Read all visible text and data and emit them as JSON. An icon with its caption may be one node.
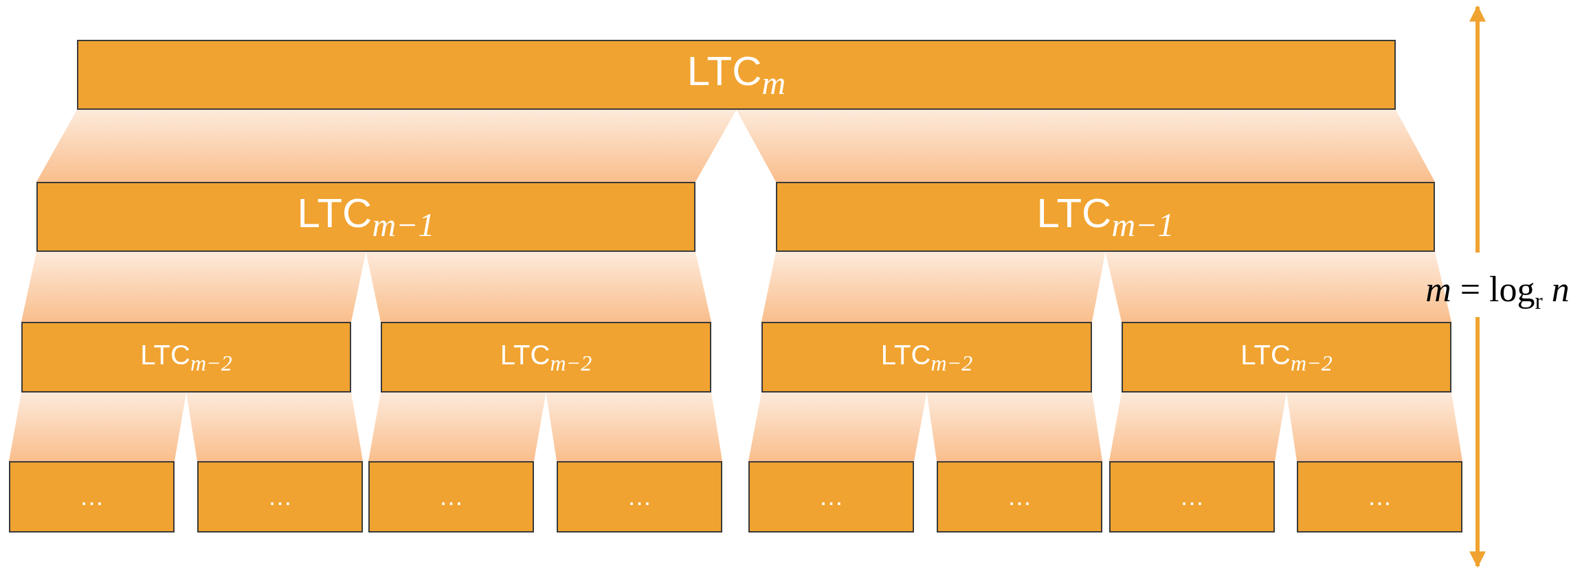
{
  "diagram": {
    "nodes": [
      {
        "text": [
          "LTC$_{m}$"
        ]
      },
      {
        "text": [
          "LTC$_{m−1}$"
        ]
      },
      {
        "text": [
          "LTC$_{m−1}$"
        ]
      },
      {
        "text": [
          "LTC$_{m−2}$"
        ]
      },
      {
        "text": [
          "LTC$_{m−2}$"
        ]
      },
      {
        "text": [
          "LTC$_{m−2}$"
        ]
      },
      {
        "text": [
          "LTC$_{m−2}$"
        ]
      },
      {
        "text": [
          "…"
        ]
      },
      {
        "text": [
          "…"
        ]
      },
      {
        "text": [
          "…"
        ]
      },
      {
        "text": [
          "…"
        ]
      },
      {
        "text": [
          "…"
        ]
      },
      {
        "text": [
          "…"
        ]
      },
      {
        "text": [
          "…"
        ]
      },
      {
        "text": [
          "…"
        ]
      }
    ],
    "edges": [
      {
        "from": 0,
        "to": 1,
        "arrow": "none"
      },
      {
        "from": 0,
        "to": 2,
        "arrow": "none"
      },
      {
        "from": 1,
        "to": 3,
        "arrow": "none"
      },
      {
        "from": 1,
        "to": 4,
        "arrow": "none"
      },
      {
        "from": 2,
        "to": 5,
        "arrow": "none"
      },
      {
        "from": 2,
        "to": 6,
        "arrow": "none"
      },
      {
        "from": 3,
        "to": 7,
        "arrow": "none"
      },
      {
        "from": 3,
        "to": 8,
        "arrow": "none"
      },
      {
        "from": 4,
        "to": 9,
        "arrow": "none"
      },
      {
        "from": 4,
        "to": 10,
        "arrow": "none"
      },
      {
        "from": 5,
        "to": 11,
        "arrow": "none"
      },
      {
        "from": 5,
        "to": 12,
        "arrow": "none"
      },
      {
        "from": 6,
        "to": 13,
        "arrow": "none"
      },
      {
        "from": 6,
        "to": 14,
        "arrow": "none"
      }
    ],
    "labels": [
      "*m* = log$_{r}$ *n*"
    ]
  }
}
